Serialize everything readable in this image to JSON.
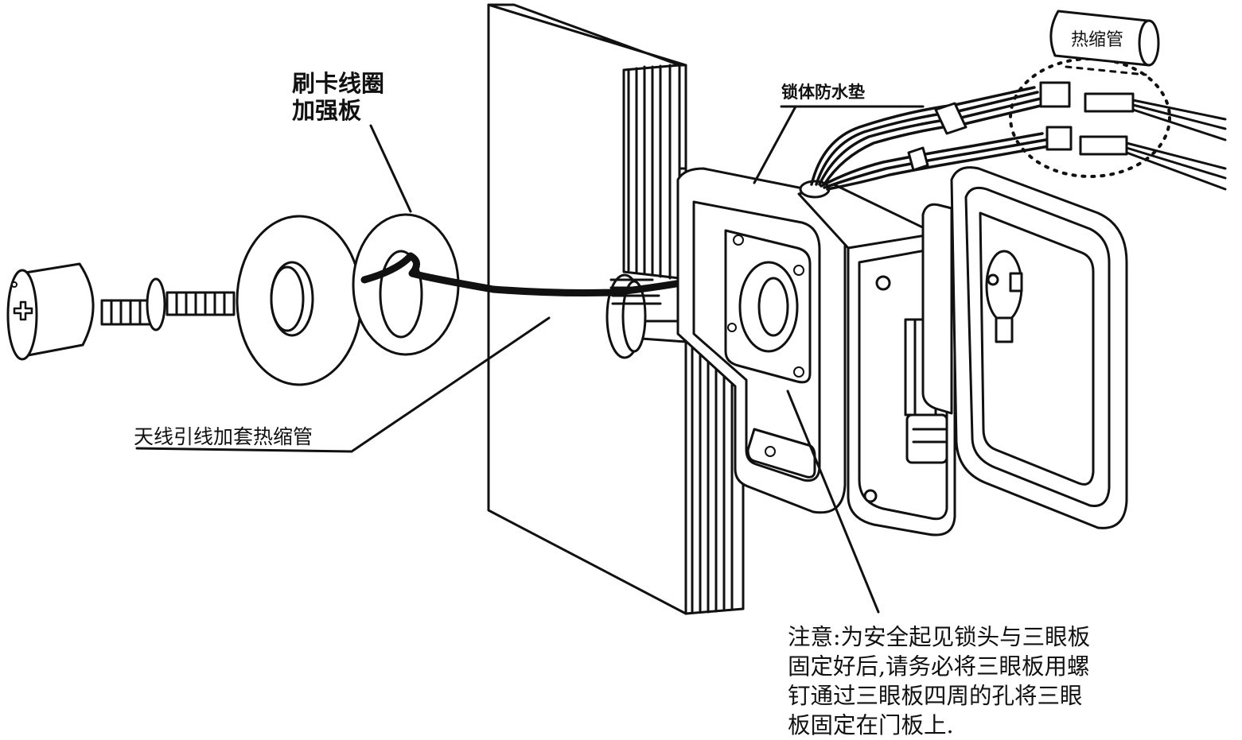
{
  "labels": {
    "card_coil_line1": "刷卡线圈",
    "card_coil_line2": "加强板",
    "antenna_lead": "天线引线加套热缩管",
    "lock_gasket": "锁体防水垫",
    "heat_shrink": "热缩管"
  },
  "note": {
    "line1": "注意:为安全起见锁头与三眼板",
    "line2": "固定好后,请务必将三眼板用螺",
    "line3": "钉通过三眼板四周的孔将三眼",
    "line4": "板固定在门板上."
  },
  "colors": {
    "ink": "#111111",
    "paper": "#ffffff"
  }
}
